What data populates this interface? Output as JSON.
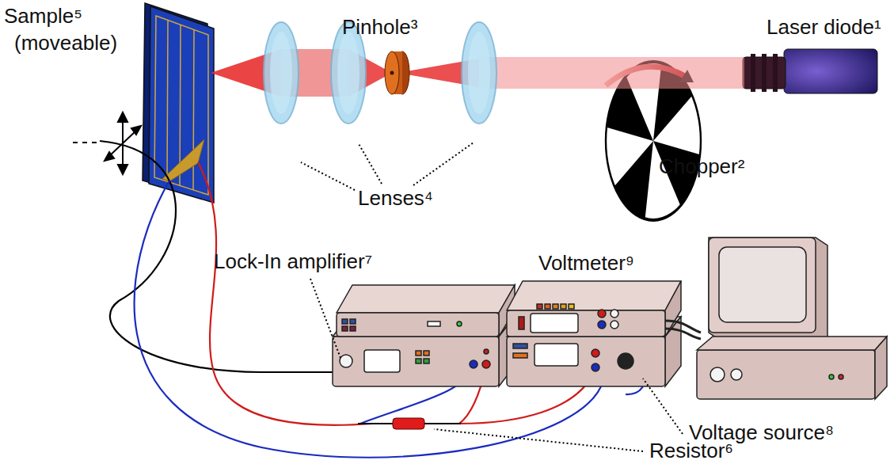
{
  "diagram": {
    "labels": [
      "Sample⁵",
      "(moveable)",
      "Pinhole³",
      "Laser diode¹",
      "Chopper²",
      "Lenses⁴",
      "Lock-In amplifier⁷",
      "Voltmeter⁹",
      "Voltage source⁸",
      "Resistor⁶"
    ]
  }
}
